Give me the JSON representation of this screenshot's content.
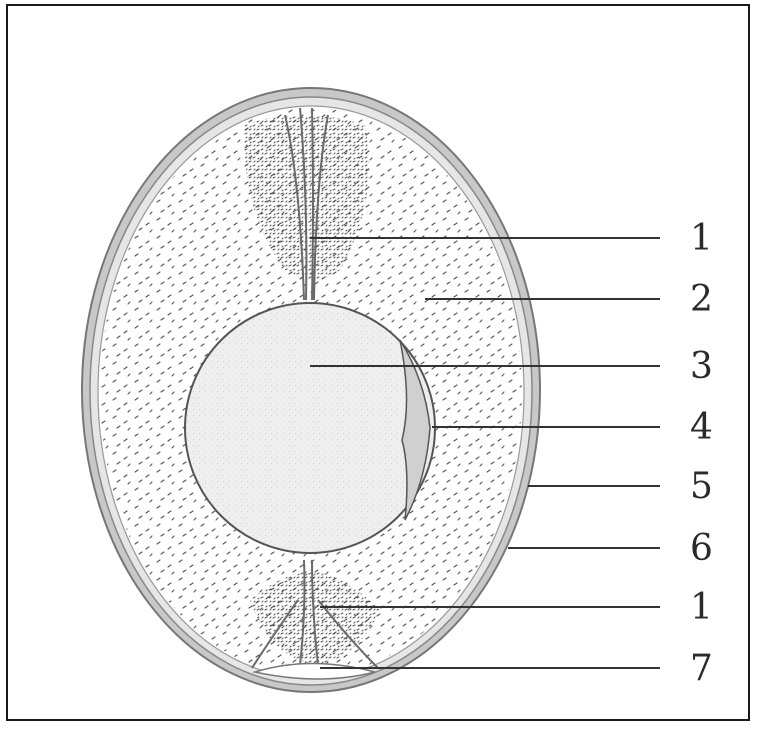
{
  "diagram": {
    "labels": [
      {
        "key": "label-1-top",
        "text": "1"
      },
      {
        "key": "label-2",
        "text": "2"
      },
      {
        "key": "label-3",
        "text": "3"
      },
      {
        "key": "label-4",
        "text": "4"
      },
      {
        "key": "label-5",
        "text": "5"
      },
      {
        "key": "label-6",
        "text": "6"
      },
      {
        "key": "label-1-bottom",
        "text": "1"
      },
      {
        "key": "label-7",
        "text": "7"
      }
    ],
    "colors": {
      "ink": "#2a2a2a",
      "shell": "#b9b9b9",
      "albumen": "#ffffff",
      "yolk": "#ededed",
      "chalaza": "#7a7a7a"
    }
  }
}
